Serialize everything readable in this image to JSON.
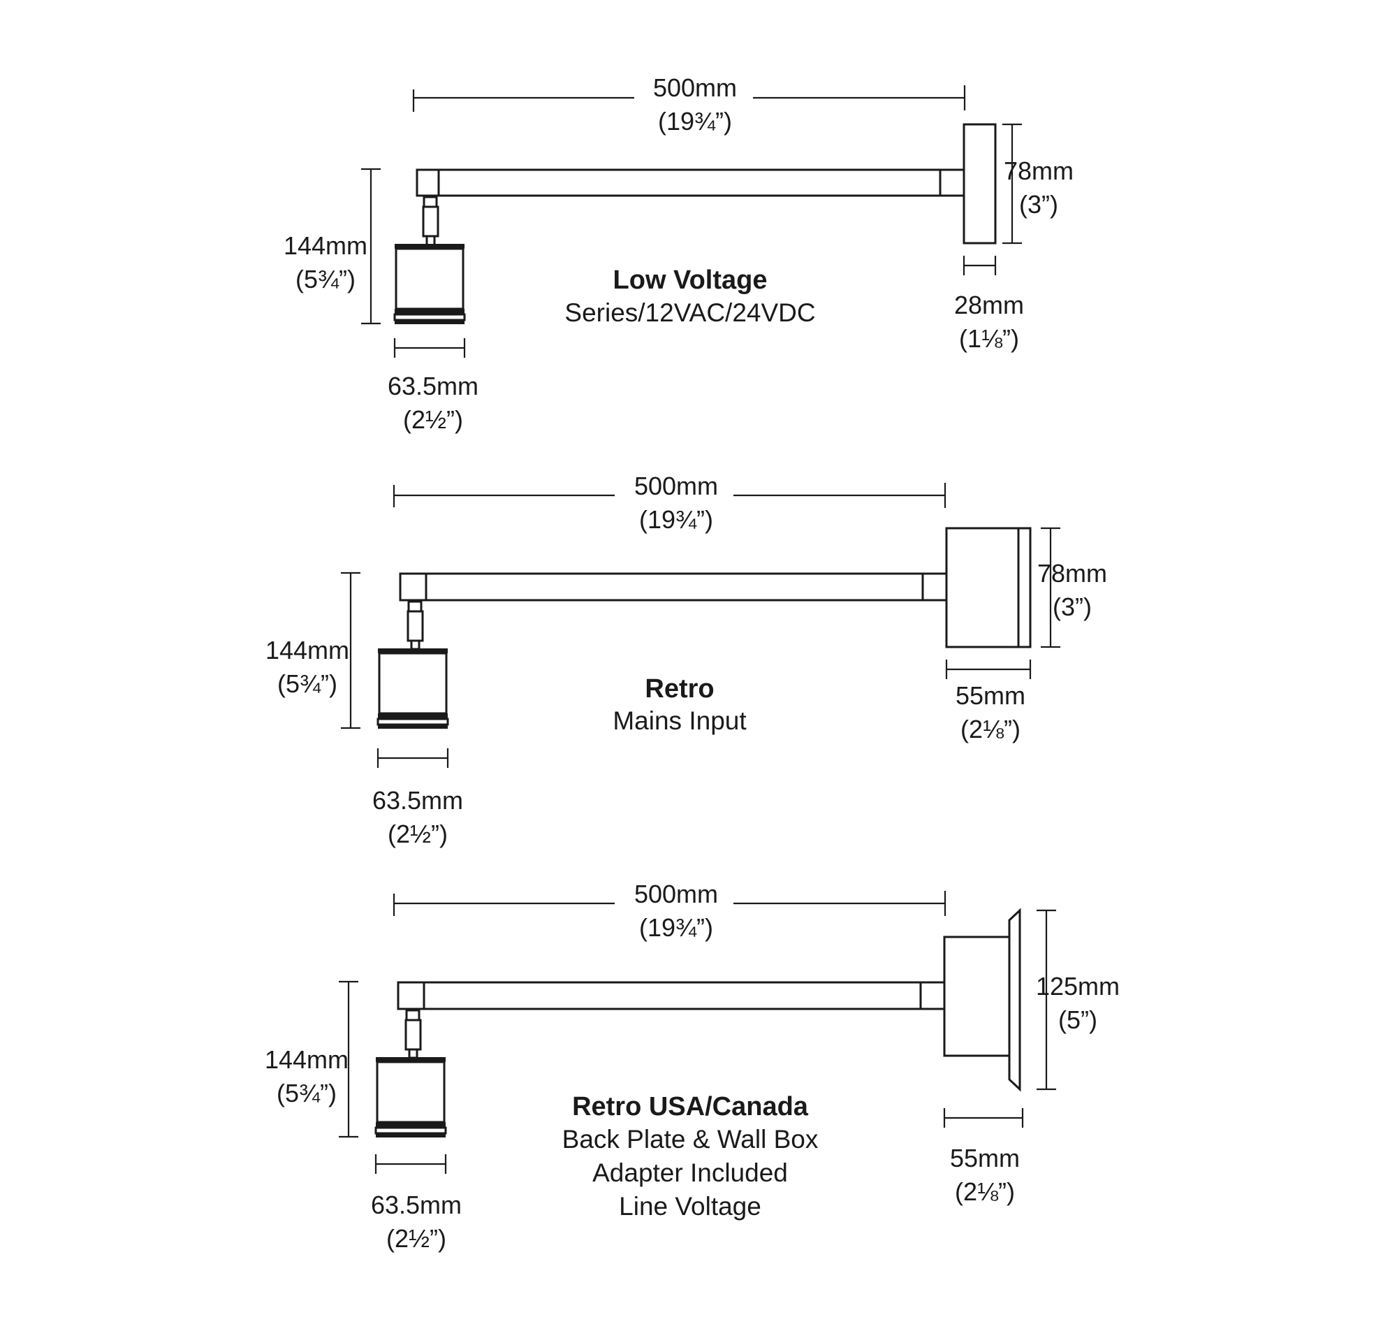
{
  "variants": [
    {
      "title": "Low Voltage",
      "subtitle": [
        "Series/12VAC/24VDC"
      ],
      "arm_length": {
        "mm": "500mm",
        "in": "(19¾”)"
      },
      "fixture_height": {
        "mm": "144mm",
        "in": "(5¾”)"
      },
      "fixture_diameter": {
        "mm": "63.5mm",
        "in": "(2½”)"
      },
      "plate_height": {
        "mm": "78mm",
        "in": "(3”)"
      },
      "plate_depth": {
        "mm": "28mm",
        "in": "(1⅛”)"
      }
    },
    {
      "title": "Retro",
      "subtitle": [
        "Mains Input"
      ],
      "arm_length": {
        "mm": "500mm",
        "in": "(19¾”)"
      },
      "fixture_height": {
        "mm": "144mm",
        "in": "(5¾”)"
      },
      "fixture_diameter": {
        "mm": "63.5mm",
        "in": "(2½”)"
      },
      "plate_height": {
        "mm": "78mm",
        "in": "(3”)"
      },
      "plate_depth": {
        "mm": "55mm",
        "in": "(2⅛”)"
      }
    },
    {
      "title": "Retro USA/Canada",
      "subtitle": [
        "Back Plate & Wall Box",
        "Adapter Included",
        "Line Voltage"
      ],
      "arm_length": {
        "mm": "500mm",
        "in": "(19¾”)"
      },
      "fixture_height": {
        "mm": "144mm",
        "in": "(5¾”)"
      },
      "fixture_diameter": {
        "mm": "63.5mm",
        "in": "(2½”)"
      },
      "plate_height": {
        "mm": "125mm",
        "in": "(5”)"
      },
      "plate_depth": {
        "mm": "55mm",
        "in": "(2⅛”)"
      }
    }
  ]
}
